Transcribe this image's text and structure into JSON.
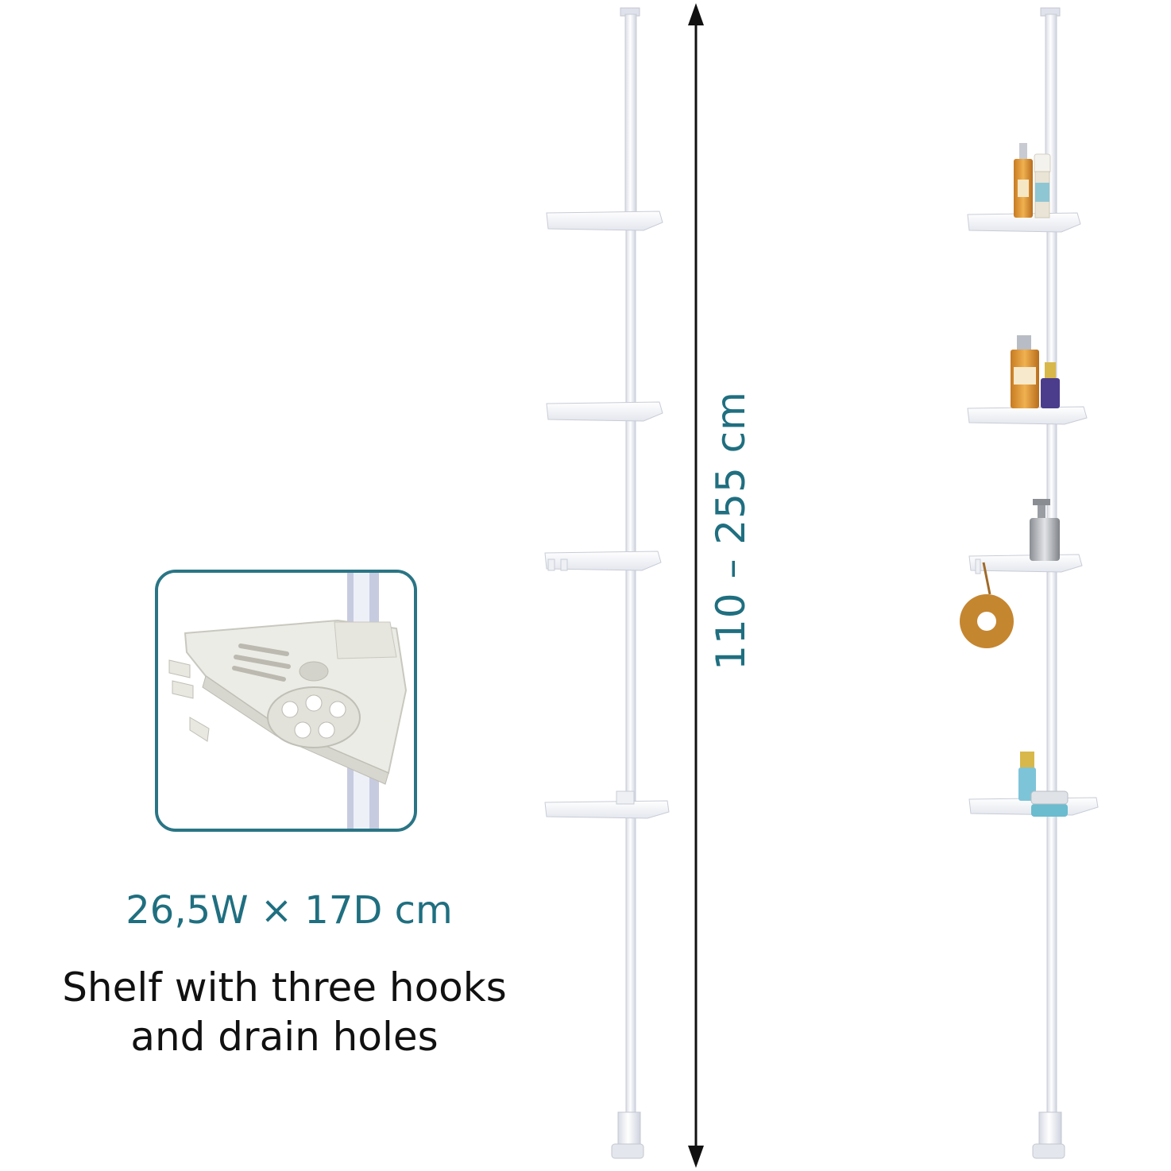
{
  "height_range": "110 – 255 cm",
  "shelf_dimensions": "26,5W × 17D cm",
  "caption": {
    "line1": "Shelf with three hooks",
    "line2": "and drain holes"
  },
  "colors": {
    "accent": "#1f6f80",
    "inset_border": "#2a7585",
    "caption_text": "#111111",
    "pole": "#eef0f5"
  }
}
